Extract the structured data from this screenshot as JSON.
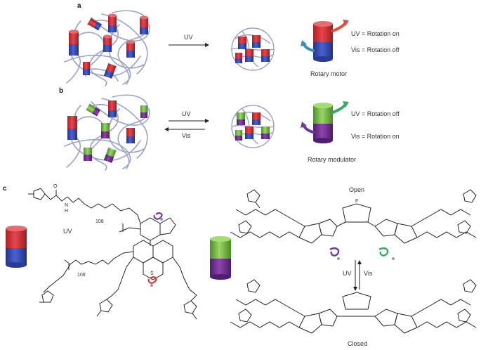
{
  "panels": {
    "a": "a",
    "b": "b",
    "c": "c"
  },
  "panel_a": {
    "arrow_label": "UV",
    "legend_uv": "UV = Rotation on",
    "legend_vis": "Vis = Rotation off",
    "caption": "Rotary motor"
  },
  "panel_b": {
    "arrow_forward_label": "UV",
    "arrow_back_label": "Vis",
    "legend_uv": "UV = Rotation off",
    "legend_vis": "Vis = Rotation on",
    "caption": "Rotary modulator"
  },
  "panel_c": {
    "left_uv_label": "UV",
    "open_label": "Open",
    "closed_label": "Closed",
    "switch_uv": "UV",
    "switch_vis": "Vis",
    "peg_index_1": "108",
    "peg_index_2": "108",
    "atom_n": "N",
    "atom_o": "O",
    "atom_s": "S",
    "atom_f": "F",
    "atom_h": "H"
  },
  "colors": {
    "network": "#9aa3c2",
    "motor_red": "#d8353a",
    "motor_blue": "#3850b8",
    "modulator_green": "#7cc048",
    "modulator_purple": "#7a3596",
    "arrow_red": "#e0503a",
    "arrow_teal": "#3a8fb0",
    "arrow_green": "#39a860",
    "arrow_purple": "#6a3a9a",
    "ink": "#222222"
  }
}
